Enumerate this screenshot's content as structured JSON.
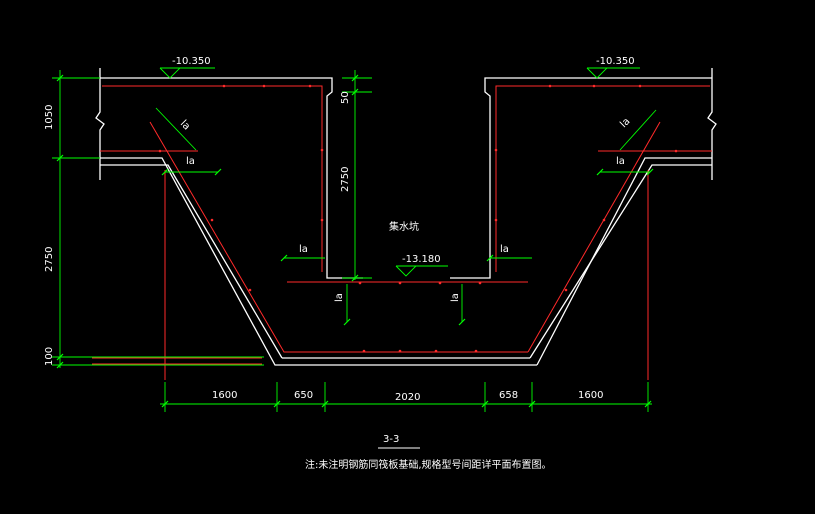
{
  "colors": {
    "background": "#000000",
    "outline": "#ffffff",
    "rebar": "#ff2a2a",
    "dimension": "#00ff00"
  },
  "elevations": {
    "left": "-10.350",
    "right": "-10.350",
    "pit_bottom": "-13.180"
  },
  "labels": {
    "pit_name": "集水坑",
    "anchorage": "la",
    "section_title": "3-3",
    "note": "注:未注明钢筋同筏板基础,规格型号间距详平面布置图。"
  },
  "dimensions": {
    "bottom": [
      "1600",
      "650",
      "2020",
      "658",
      "1600"
    ],
    "left_vertical": [
      "1050",
      "2750",
      "100"
    ],
    "pit_vertical": [
      "50",
      "2750"
    ]
  }
}
